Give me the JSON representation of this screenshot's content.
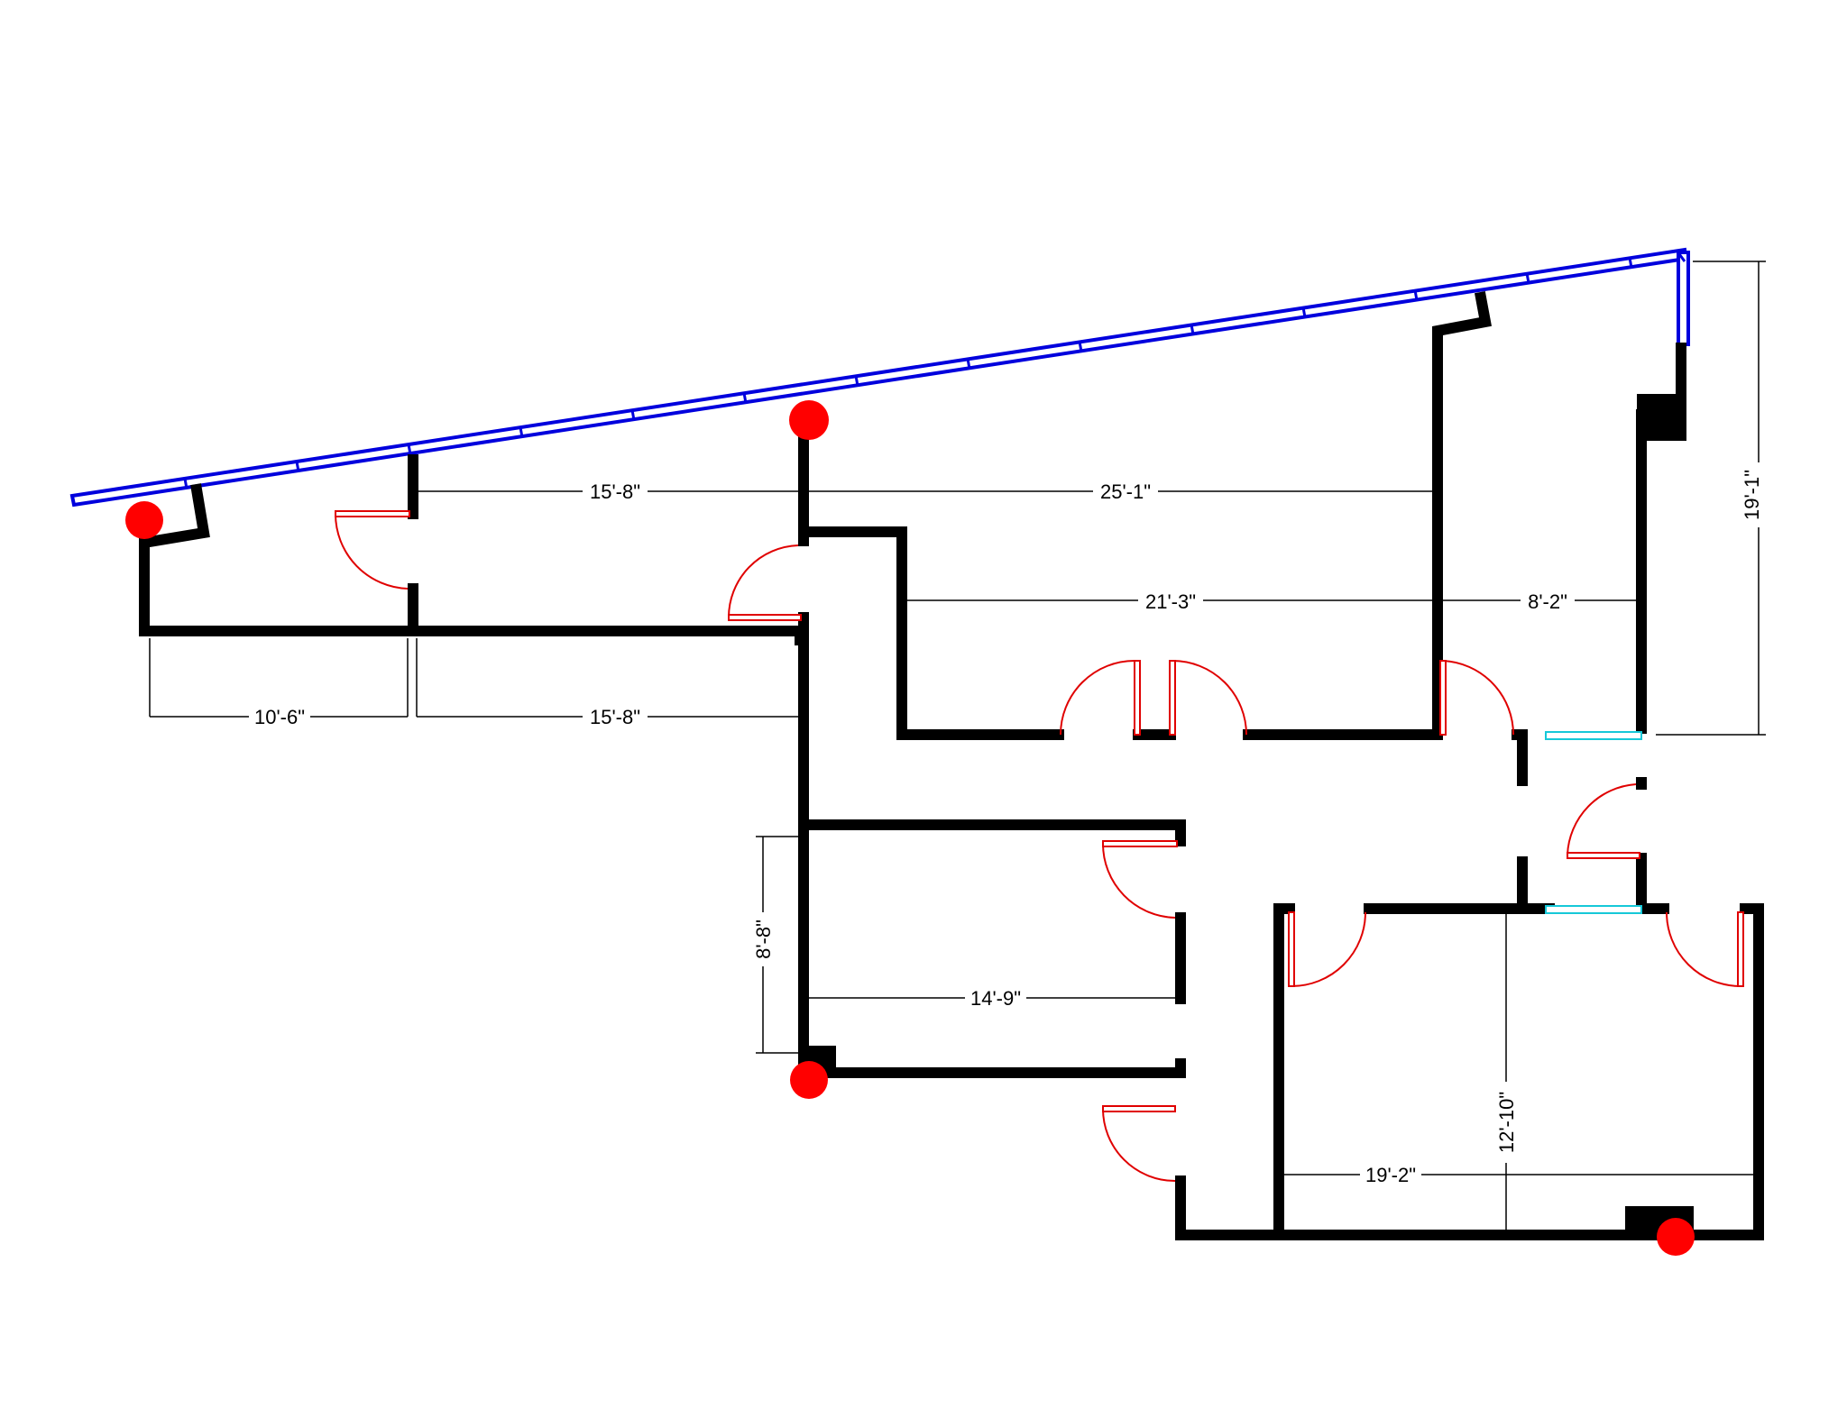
{
  "dimensions": {
    "top_left_width": "15'-8\"",
    "top_mid_width": "25'-1\"",
    "corridor_width": "21'-3\"",
    "right_room_width": "8'-2\"",
    "right_height": "19'-1\"",
    "bottom_left_width": "10'-6\"",
    "bottom_mid_width": "15'-8\"",
    "office_height": "8'-8\"",
    "office_width": "14'-9\"",
    "lower_room_height": "12'-10\"",
    "lower_room_width": "19'-2\""
  },
  "colors": {
    "wall": "#000000",
    "door": "#e00000",
    "window": "#16c8d8",
    "glazing": "#0000dd",
    "marker": "#ff0000"
  }
}
